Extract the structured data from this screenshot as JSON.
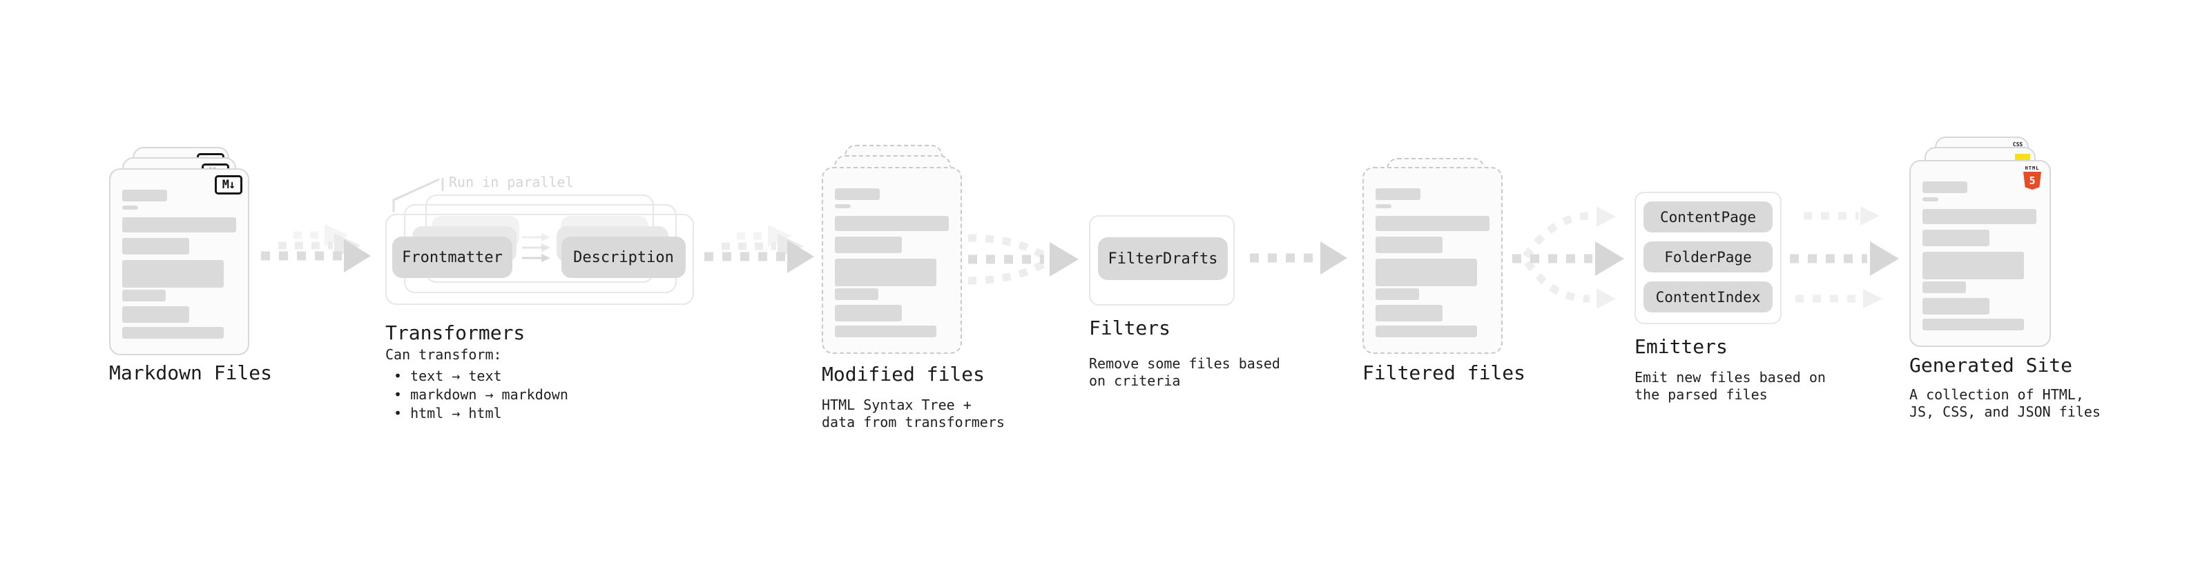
{
  "diagram": {
    "markdown_files": {
      "label": "Markdown Files",
      "badge": "M↓"
    },
    "transformers": {
      "label": "Transformers",
      "annotation": "Run in parallel",
      "pills": [
        "Frontmatter",
        "Description"
      ],
      "desc_title": "Can transform:",
      "bullets": [
        "• text → text",
        "• markdown → markdown",
        "• html → html"
      ]
    },
    "modified_files": {
      "label": "Modified files",
      "desc": [
        "HTML Syntax Tree +",
        "data from transformers"
      ]
    },
    "filters": {
      "label": "Filters",
      "pill": "FilterDrafts",
      "desc": [
        "Remove some files based",
        "on criteria"
      ]
    },
    "filtered_files": {
      "label": "Filtered files"
    },
    "emitters": {
      "label": "Emitters",
      "pills": [
        "ContentPage",
        "FolderPage",
        "ContentIndex"
      ],
      "desc": [
        "Emit new files based on",
        "the parsed files"
      ]
    },
    "generated_site": {
      "label": "Generated Site",
      "desc": [
        "A collection of HTML,",
        "JS, CSS, and JSON files"
      ],
      "badges": {
        "css": "CSS",
        "html_label": "HTML",
        "html_number": "5"
      }
    }
  },
  "colors": {
    "js-yellow": "#f7df1e",
    "html-orange": "#e44d26",
    "css-blue": "#2062af",
    "ink": "#1b1b1b",
    "arrow-gray": "#dcdcdc",
    "card-border": "#d8d8d8"
  }
}
